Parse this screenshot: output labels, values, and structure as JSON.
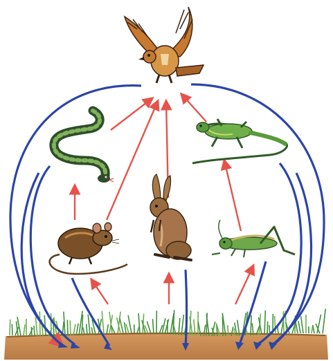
{
  "diagram": {
    "type": "food-web",
    "organisms": [
      {
        "id": "hawk",
        "icon": "hawk-icon"
      },
      {
        "id": "snake",
        "icon": "snake-icon"
      },
      {
        "id": "lizard",
        "icon": "lizard-icon"
      },
      {
        "id": "mouse",
        "icon": "mouse-icon"
      },
      {
        "id": "hare",
        "icon": "hare-icon"
      },
      {
        "id": "grasshopper",
        "icon": "grasshopper-icon"
      },
      {
        "id": "plants",
        "icon": "grass-icon"
      },
      {
        "id": "soil",
        "icon": "soil-icon"
      }
    ],
    "feeding_links": [
      {
        "from": "plants",
        "to": "mouse"
      },
      {
        "from": "plants",
        "to": "hare"
      },
      {
        "from": "plants",
        "to": "grasshopper"
      },
      {
        "from": "mouse",
        "to": "snake"
      },
      {
        "from": "mouse",
        "to": "hawk"
      },
      {
        "from": "hare",
        "to": "hawk"
      },
      {
        "from": "snake",
        "to": "hawk"
      },
      {
        "from": "grasshopper",
        "to": "lizard"
      },
      {
        "from": "lizard",
        "to": "hawk"
      }
    ],
    "decomposition_links": [
      {
        "from": "hawk",
        "to": "soil"
      },
      {
        "from": "snake",
        "to": "soil"
      },
      {
        "from": "mouse",
        "to": "soil"
      },
      {
        "from": "hare",
        "to": "soil"
      },
      {
        "from": "grasshopper",
        "to": "soil"
      },
      {
        "from": "lizard",
        "to": "soil"
      }
    ],
    "colors": {
      "feeding_arrow": "#e5534b",
      "decomposition_arrow": "#2b45a8",
      "soil": "#c98d55",
      "grass": "#3f8f3a",
      "background": "#ffffff"
    }
  }
}
